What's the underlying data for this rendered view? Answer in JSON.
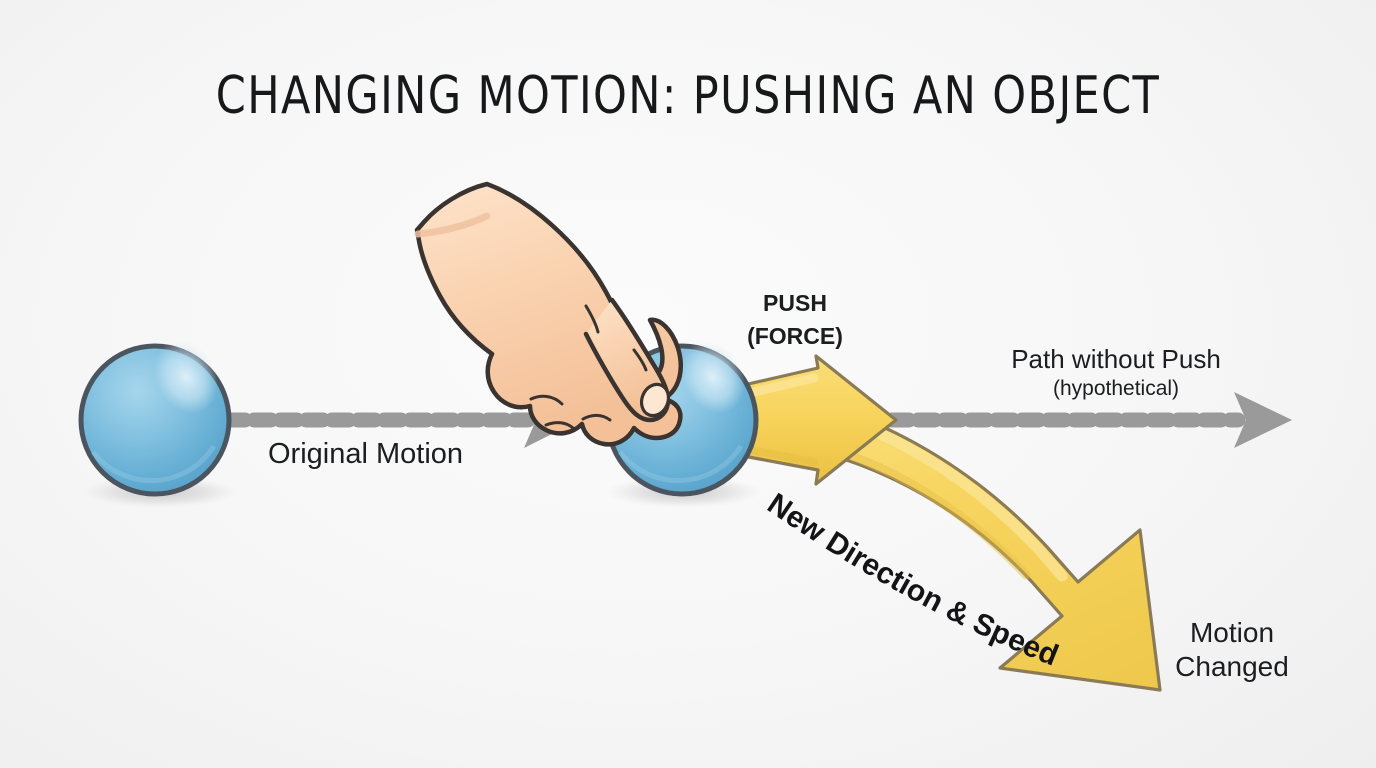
{
  "title": "CHANGING MOTION: PUSHING AN OBJECT",
  "labels": {
    "original_motion": "Original Motion",
    "push_line1": "PUSH",
    "push_line2": "(FORCE)",
    "path_without_push": "Path without Push",
    "path_hypothetical": "(hypothetical)",
    "new_direction_speed": "New Direction & Speed",
    "motion_line1": "Motion",
    "motion_line2": "Changed"
  },
  "icons": {
    "ball_left": "blue-sphere-icon",
    "ball_right": "blue-sphere-icon",
    "hand": "pointing-hand-icon",
    "dashed_arrow_left": "dashed-arrow-right-icon",
    "dashed_arrow_right": "dashed-arrow-right-icon",
    "push_arrow": "yellow-arrow-right-icon",
    "curved_arrow": "yellow-curved-arrow-icon"
  },
  "colors": {
    "background": "#f7f7f7",
    "title_text": "#17181a",
    "label_text": "#1c1d20",
    "ball_fill_light": "#8cc7e4",
    "ball_fill_dark": "#5aa5cf",
    "ball_outline": "#4a5560",
    "ball_highlight": "#bfe0f0",
    "ball_shadow": "#cfcfcf",
    "dashed_arrow": "#9a9a9a",
    "arrow_yellow": "#f7d45e",
    "arrow_yellow_light": "#fae08a",
    "arrow_yellow_dark": "#eac84c",
    "arrow_outline": "#8a7a55",
    "skin_fill": "#f9d2b0",
    "skin_light": "#fde0c6",
    "skin_outline": "#3a3330"
  }
}
